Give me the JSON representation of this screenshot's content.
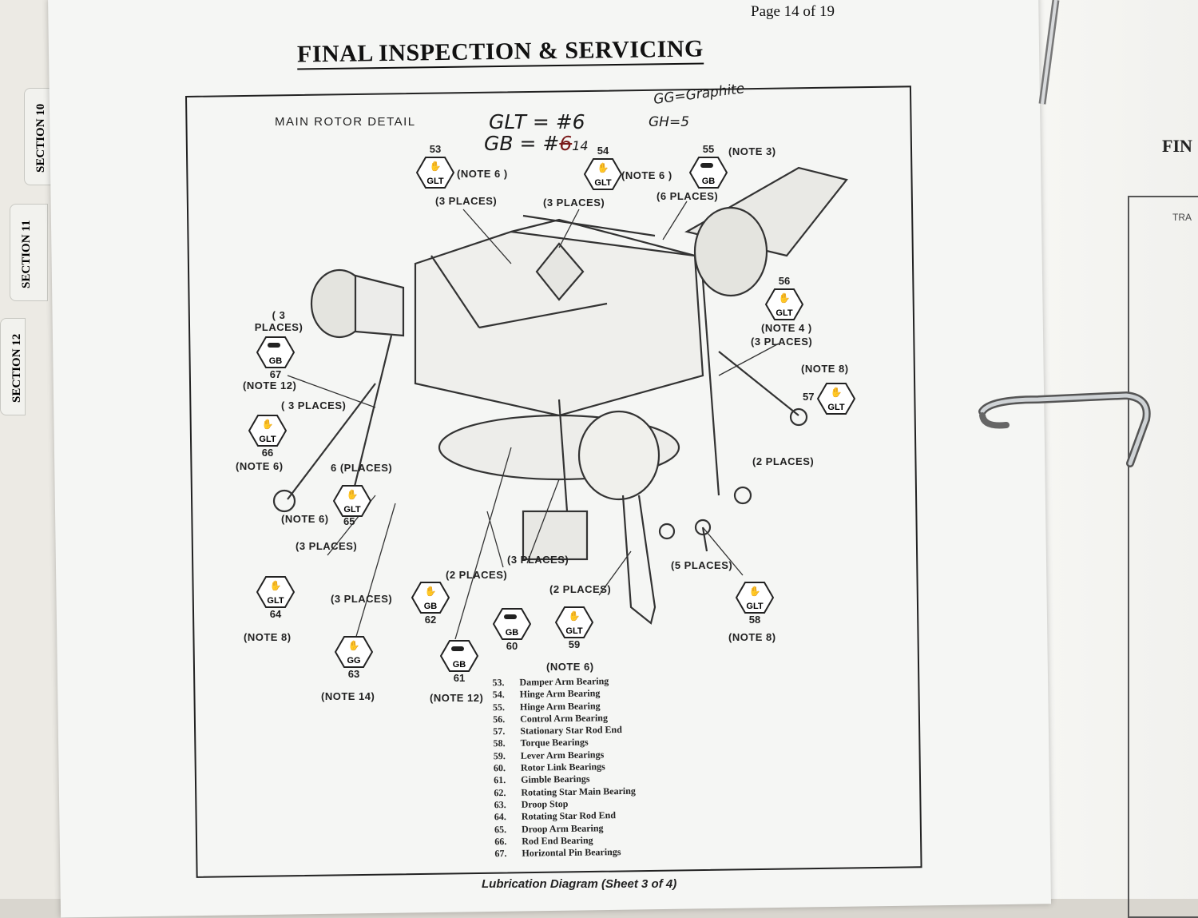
{
  "page_number": "Page 14 of 19",
  "heading": "FINAL INSPECTION & SERVICING",
  "detail_title": "MAIN ROTOR DETAIL",
  "handwritten": {
    "line1": "GLT = #6",
    "line2": "GB = #",
    "strike": "6",
    "line2_end": "14",
    "note1": "GG=Graphite",
    "note2": "GH=5"
  },
  "tabs": [
    "SECTION 10",
    "SECTION 11",
    "SECTION 12"
  ],
  "right_page": {
    "title": "FIN",
    "box_text": "TRA"
  },
  "callouts": [
    {
      "num": "53",
      "code": "GLT",
      "icon": "hand-icon",
      "note": "(NOTE 6 )",
      "places": "(3 PLACES)"
    },
    {
      "num": "54",
      "code": "GLT",
      "icon": "hand-icon",
      "note": "(NOTE 6 )",
      "places": "(3 PLACES)"
    },
    {
      "num": "55",
      "code": "GB",
      "icon": "grease-gun-icon",
      "note": "(NOTE 3)",
      "places": "(6 PLACES)"
    },
    {
      "num": "56",
      "code": "GLT",
      "icon": "hand-icon",
      "note": "(NOTE 4 )",
      "places": "(3 PLACES)"
    },
    {
      "num": "57",
      "code": "GLT",
      "icon": "hand-icon",
      "note": "(NOTE 8)",
      "places": ""
    },
    {
      "num": "58",
      "code": "GLT",
      "icon": "hand-icon",
      "note": "(NOTE 8)",
      "places": "(5 PLACES)"
    },
    {
      "num": "59",
      "code": "GLT",
      "icon": "hand-icon",
      "note": "(NOTE 6)",
      "places": "(2 PLACES)"
    },
    {
      "num": "60",
      "code": "GB",
      "icon": "grease-gun-icon",
      "note": "",
      "places": "(3 PLACES)"
    },
    {
      "num": "61",
      "code": "GB",
      "icon": "grease-gun-icon",
      "note": "(NOTE 12)",
      "places": ""
    },
    {
      "num": "62",
      "code": "GB",
      "icon": "hand-icon",
      "note": "",
      "places": "(2 PLACES)"
    },
    {
      "num": "63",
      "code": "GG",
      "icon": "hand-icon",
      "note": "(NOTE 14)",
      "places": "(3 PLACES)"
    },
    {
      "num": "64",
      "code": "GLT",
      "icon": "hand-icon",
      "note": "(NOTE 8)",
      "places": "(3 PLACES)"
    },
    {
      "num": "65",
      "code": "GLT",
      "icon": "hand-icon",
      "note": "(NOTE 6)",
      "places": "6 (PLACES)"
    },
    {
      "num": "66",
      "code": "GLT",
      "icon": "hand-icon",
      "note": "(NOTE 6)",
      "places": "( 3 PLACES)"
    },
    {
      "num": "67",
      "code": "GB",
      "icon": "grease-gun-icon",
      "note": "(NOTE 12)",
      "places": "( 3 PLACES)"
    }
  ],
  "extra_labels": {
    "two_places_right": "(2 PLACES)"
  },
  "legend": [
    {
      "n": "53.",
      "t": "Damper Arm Bearing"
    },
    {
      "n": "54.",
      "t": "Hinge Arm Bearing"
    },
    {
      "n": "55.",
      "t": "Hinge Arm Bearing"
    },
    {
      "n": "56.",
      "t": "Control Arm Bearing"
    },
    {
      "n": "57.",
      "t": "Stationary Star Rod End"
    },
    {
      "n": "58.",
      "t": "Torque Bearings"
    },
    {
      "n": "59.",
      "t": "Lever Arm Bearings"
    },
    {
      "n": "60.",
      "t": "Rotor Link Bearings"
    },
    {
      "n": "61.",
      "t": "Gimble Bearings"
    },
    {
      "n": "62.",
      "t": "Rotating Star Main Bearing"
    },
    {
      "n": "63.",
      "t": "Droop Stop"
    },
    {
      "n": "64.",
      "t": "Rotating Star Rod End"
    },
    {
      "n": "65.",
      "t": "Droop Arm Bearing"
    },
    {
      "n": "66.",
      "t": "Rod End Bearing"
    },
    {
      "n": "67.",
      "t": "Horizontal Pin Bearings"
    }
  ],
  "caption": "Lubrication Diagram (Sheet 3 of 4)"
}
